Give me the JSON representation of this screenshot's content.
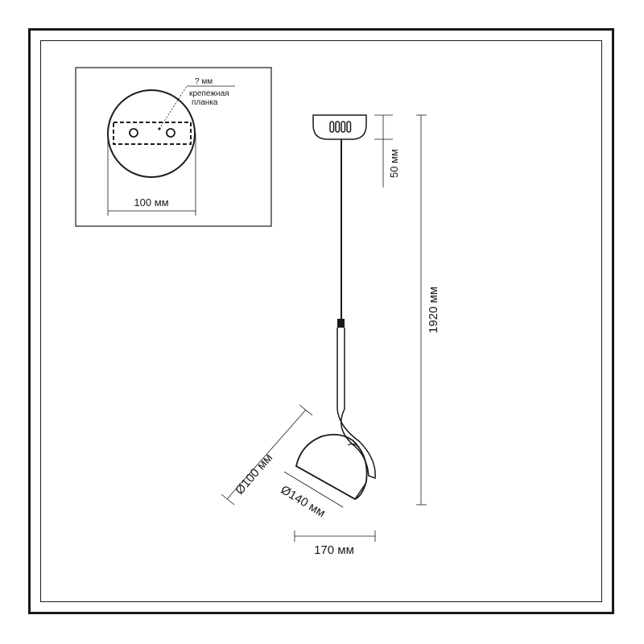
{
  "inset": {
    "size_unknown": "? мм",
    "bracket_label_1": "крепежная",
    "bracket_label_2": "планка",
    "diameter": "100 мм"
  },
  "dimensions": {
    "canopy_height": "50 мм",
    "total_height": "1920 мм",
    "shade_diameter_small": "Ø100 мм",
    "shade_diameter_large": "Ø140 мм",
    "width": "170 мм"
  }
}
